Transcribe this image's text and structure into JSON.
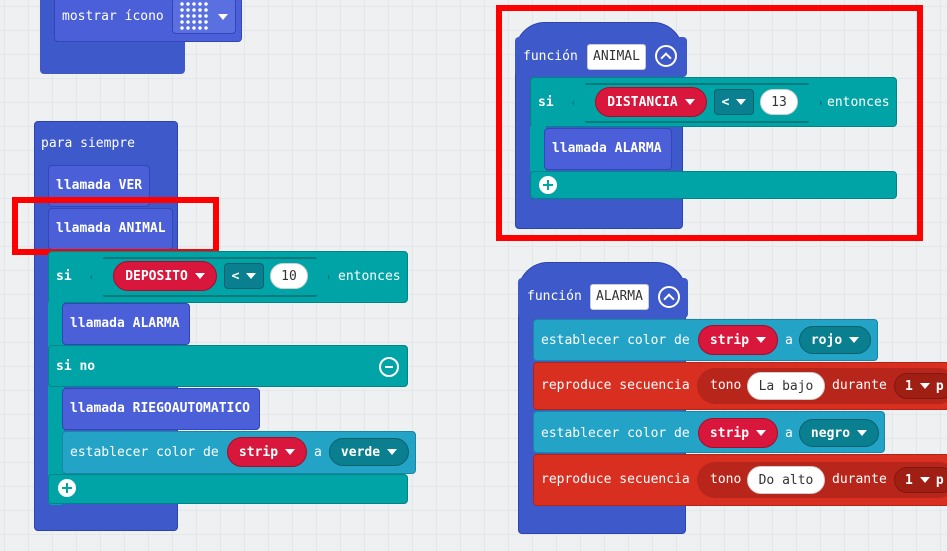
{
  "top_block": {
    "label": "mostrar ícono"
  },
  "forever": {
    "title": "para siempre",
    "call_ver": "llamada VER",
    "call_animal": "llamada ANIMAL",
    "if_label": "si",
    "var_deposito": "DEPOSITO",
    "operator": "<",
    "value_10": "10",
    "then_label": "entonces",
    "call_alarma": "llamada ALARMA",
    "else_label": "si no",
    "call_riego": "llamada RIEGOAUTOMATICO",
    "set_color_label": "establecer color de",
    "strip": "strip",
    "a_label": "a",
    "color_verde": "verde"
  },
  "func_animal": {
    "func_label": "función",
    "name": "ANIMAL",
    "if_label": "si",
    "var_distancia": "DISTANCIA",
    "operator": "<",
    "value_13": "13",
    "then_label": "entonces",
    "call_alarma": "llamada ALARMA"
  },
  "func_alarma": {
    "func_label": "función",
    "name": "ALARMA",
    "set1_label": "establecer color de",
    "strip1": "strip",
    "a1": "a",
    "color1": "rojo",
    "seq1_label": "reproduce secuencia",
    "tone1_label": "tono",
    "tone1_value": "La bajo",
    "during1_label": "durante",
    "dur1_value": "1",
    "dur1_trail": "p",
    "set2_label": "establecer color de",
    "strip2": "strip",
    "a2": "a",
    "color2": "negro",
    "seq2_label": "reproduce secuencia",
    "tone2_label": "tono",
    "tone2_value": "Do alto",
    "during2_label": "durante",
    "dur2_value": "1",
    "dur2_trail": "p"
  },
  "colors": {
    "highlight": "#ff0000",
    "logic_teal": "#00a4a6",
    "function_blue": "#3e59c9",
    "neopixel_red": "#d9163b"
  }
}
